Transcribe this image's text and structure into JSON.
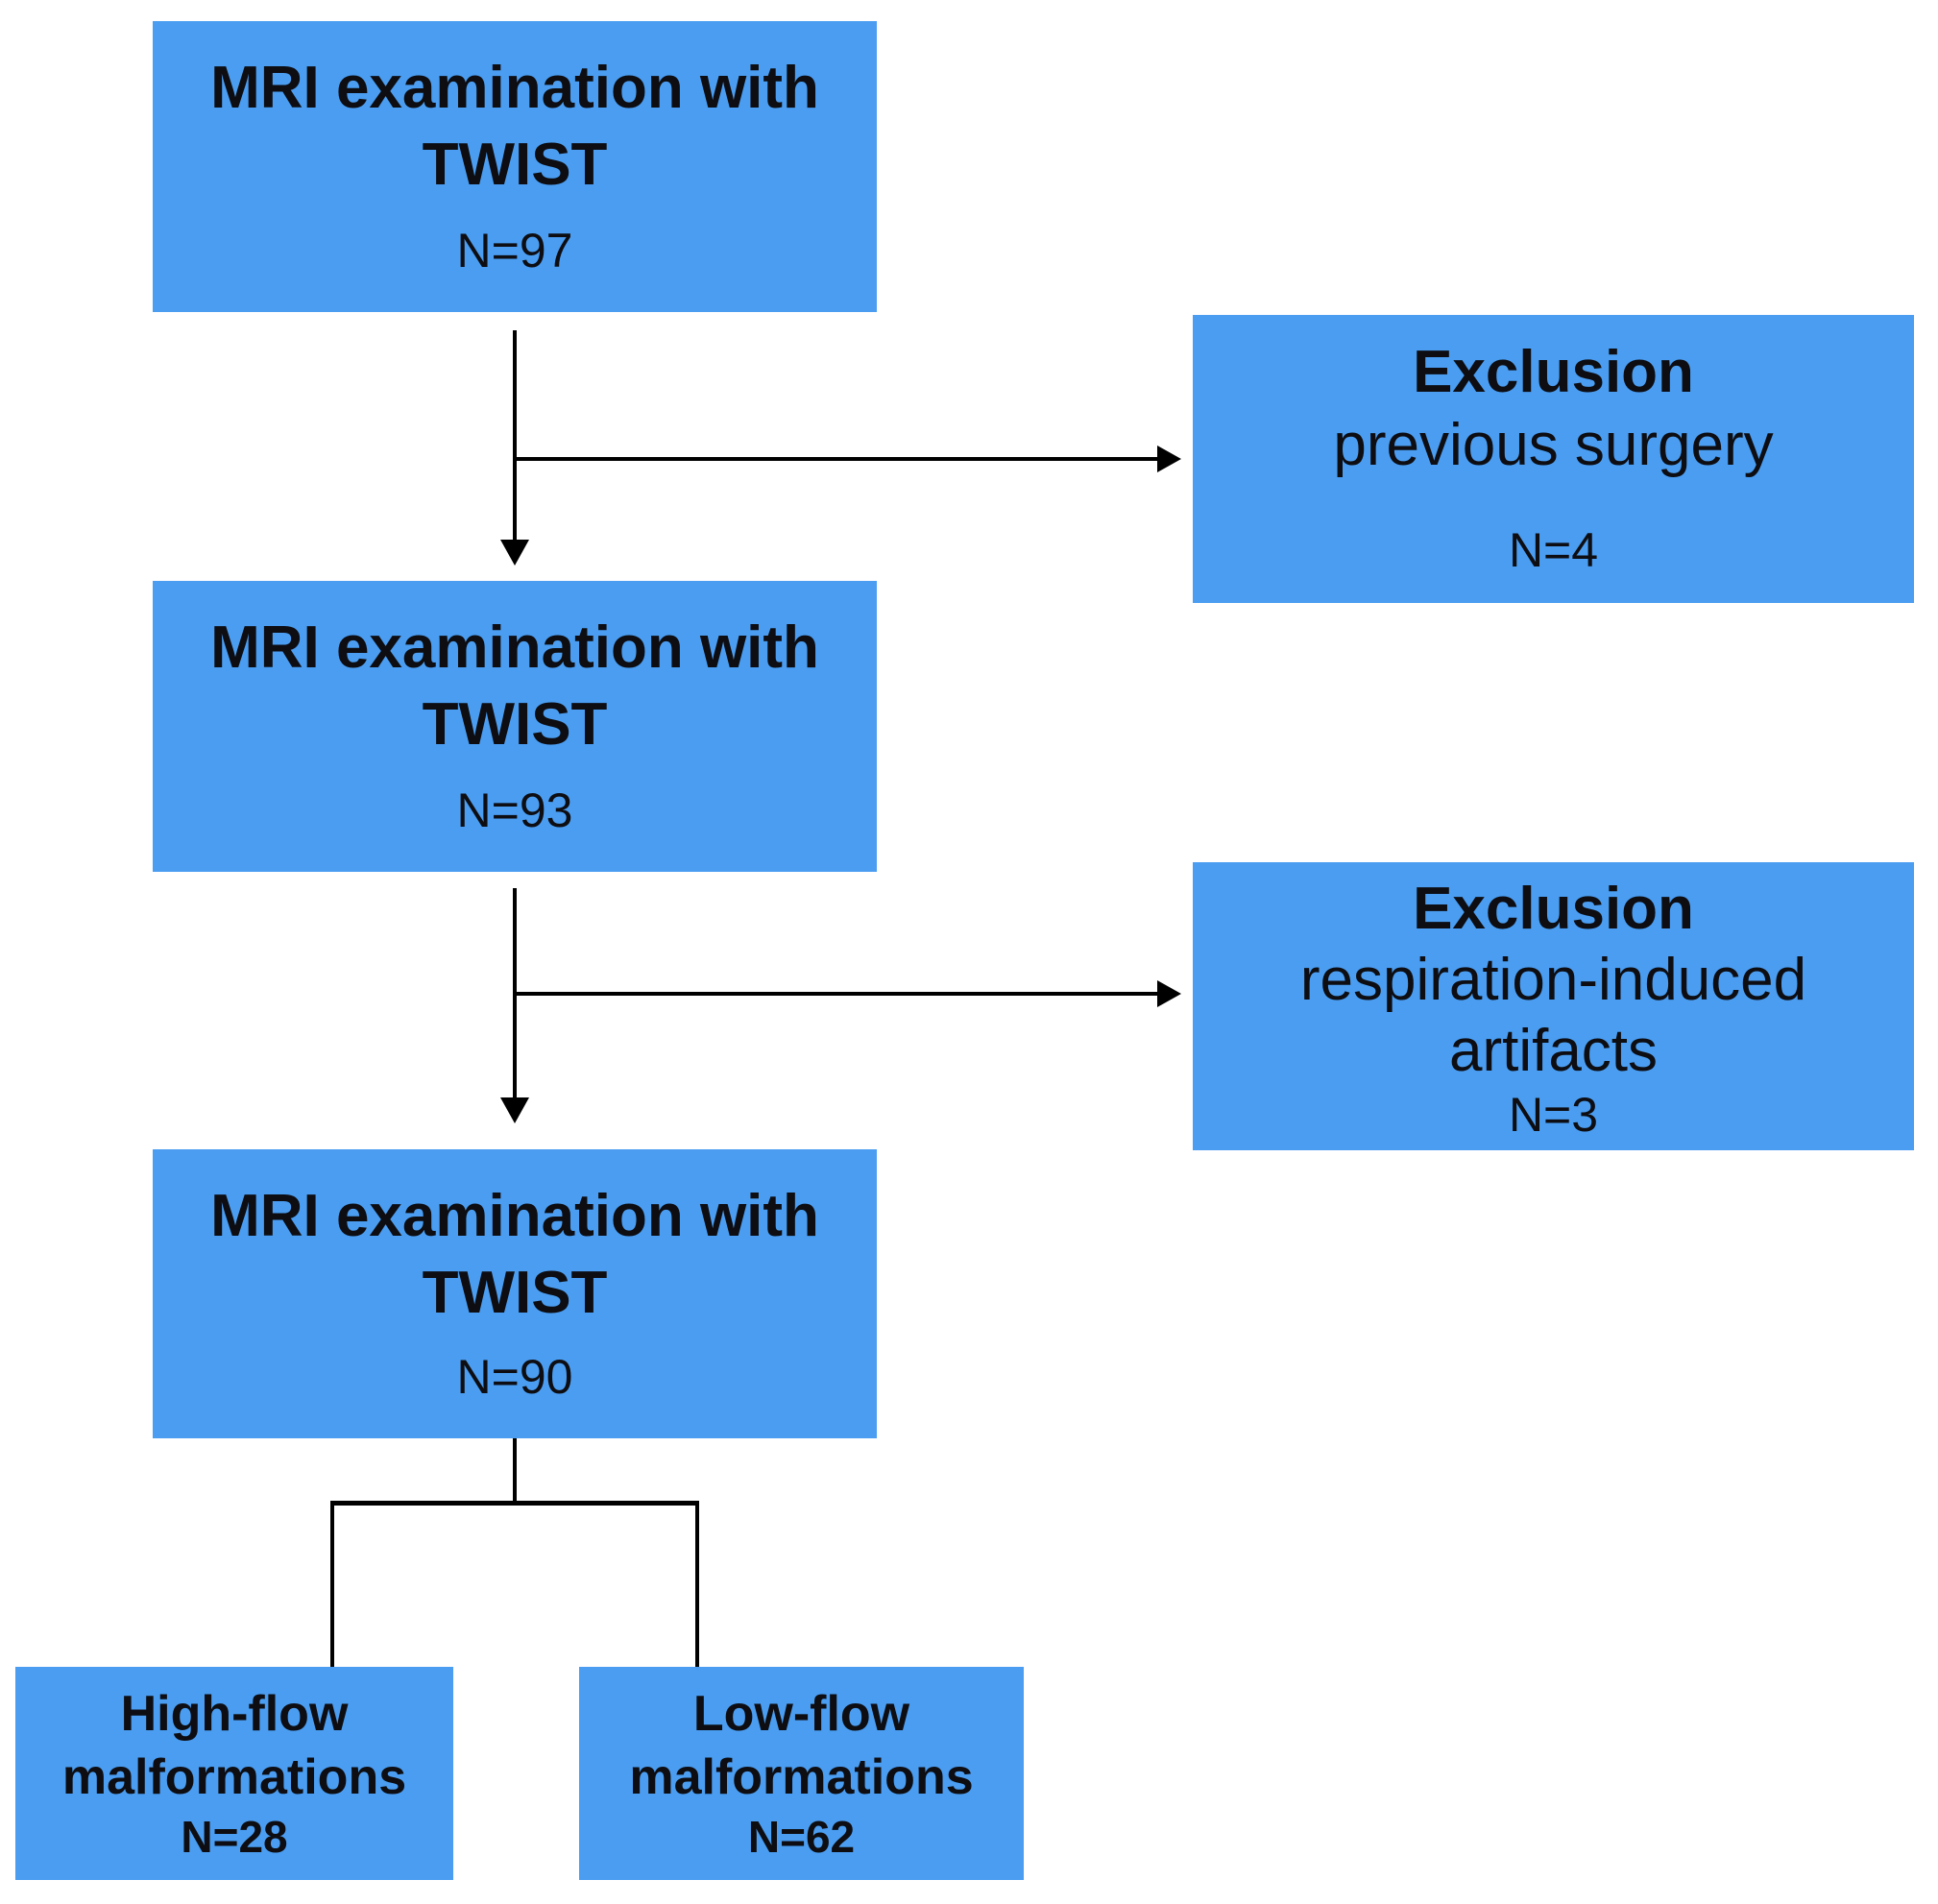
{
  "colors": {
    "box_fill": "#4A9DF1",
    "line": "#000000",
    "text": "#0D0D12",
    "background": "#FFFFFF"
  },
  "boxes": {
    "stage1": {
      "title": "MRI examination with\nTWIST",
      "count": "N=97"
    },
    "exclusion1": {
      "title": "Exclusion",
      "body": "previous surgery",
      "count": "N=4"
    },
    "stage2": {
      "title": "MRI examination with\nTWIST",
      "count": "N=93"
    },
    "exclusion2": {
      "title": "Exclusion",
      "body": "respiration-induced\nartifacts",
      "count": "N=3"
    },
    "stage3": {
      "title": "MRI examination with\nTWIST",
      "count": "N=90"
    },
    "high_flow": {
      "title": "High-flow\nmalformations",
      "count": "N=28"
    },
    "low_flow": {
      "title": "Low-flow\nmalformations",
      "count": "N=62"
    }
  }
}
